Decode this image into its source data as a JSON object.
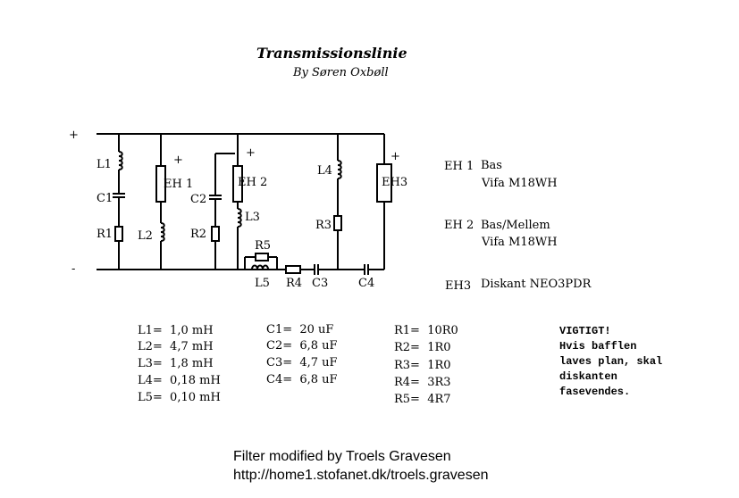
{
  "header": {
    "title": "Transmissionslinie",
    "author": "By Søren Oxbøll"
  },
  "schematic": {
    "plus": "+",
    "minus": "-",
    "labels": {
      "L1": "L1",
      "C1": "C1",
      "R1": "R1",
      "L2": "L2",
      "EH1": "EH 1",
      "C2": "C2",
      "R2": "R2",
      "EH2": "EH 2",
      "L3": "L3",
      "L4": "L4",
      "R3": "R3",
      "EH3": "EH3",
      "R5": "R5",
      "L5": "L5",
      "R4": "R4",
      "C3": "C3",
      "C4": "C4"
    }
  },
  "drivers": [
    {
      "id": "EH 1",
      "role": "Bas",
      "model": "Vifa M18WH"
    },
    {
      "id": "EH 2",
      "role": "Bas/Mellem",
      "model": "Vifa M18WH"
    },
    {
      "id": "EH3",
      "role": "Diskant NEO3PDR",
      "model": ""
    }
  ],
  "values": {
    "inductors": [
      "L1=  1,0 mH",
      "L2=  4,7 mH",
      "L3=  1,8 mH",
      "L4=  0,18 mH",
      "L5=  0,10 mH"
    ],
    "capacitors": [
      "C1=  20 uF",
      "C2=  6,8 uF",
      "C3=  4,7 uF",
      "C4=  6,8 uF"
    ],
    "resistors": [
      "R1=  10R0",
      "R2=  1R0",
      "R3=  1R0",
      "R4=  3R3",
      "R5=  4R7"
    ]
  },
  "note": {
    "heading": "VIGTIGT!",
    "lines": [
      "Hvis bafflen",
      "laves plan, skal",
      "diskanten",
      "fasevendes."
    ]
  },
  "footer": {
    "line1": "Filter modified by Troels Gravesen",
    "line2": "http://home1.stofanet.dk/troels.gravesen"
  }
}
